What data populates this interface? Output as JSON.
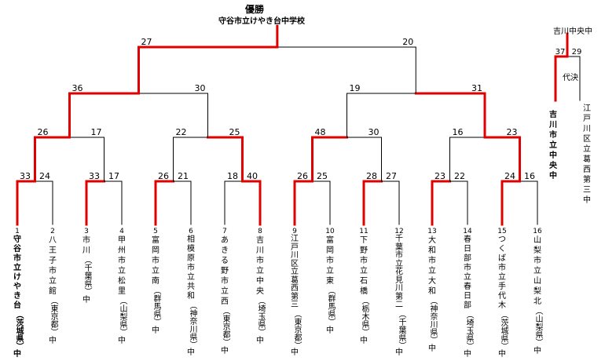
{
  "title": "優勝",
  "champion": "守谷市立けやき台中学校",
  "entries": [
    {
      "num": "1",
      "school": "守谷市立けやき台",
      "pref": "（茨城県）",
      "tail": "中",
      "champion": true
    },
    {
      "num": "2",
      "school": "八王子市立館",
      "pref": "（東京都）",
      "tail": "中"
    },
    {
      "num": "3",
      "school": "市川",
      "pref": "（千葉県）",
      "tail": "中"
    },
    {
      "num": "4",
      "school": "甲州市立松里",
      "pref": "（山梨県）",
      "tail": "中"
    },
    {
      "num": "5",
      "school": "富岡市立南",
      "pref": "（群馬県）",
      "tail": "中"
    },
    {
      "num": "6",
      "school": "相模原市立共和",
      "pref": "（神奈川県）",
      "tail": "中"
    },
    {
      "num": "7",
      "school": "あきる野市立西",
      "pref": "（東京都）",
      "tail": "中"
    },
    {
      "num": "8",
      "school": "吉川市立中央",
      "pref": "（埼玉県）",
      "tail": "中"
    },
    {
      "num": "9",
      "school": "江戸川区立葛西第三",
      "pref": "（東京都）",
      "tail": "中"
    },
    {
      "num": "10",
      "school": "富岡市立東",
      "pref": "（群馬県）",
      "tail": "中"
    },
    {
      "num": "11",
      "school": "下野市立石橋",
      "pref": "（栃木県）",
      "tail": "中"
    },
    {
      "num": "12",
      "school": "千葉市立花見川第二",
      "pref": "（千葉県）",
      "tail": "中"
    },
    {
      "num": "13",
      "school": "大和市立大和",
      "pref": "（神奈川県）",
      "tail": "中"
    },
    {
      "num": "14",
      "school": "春日部市立春日部",
      "pref": "（埼玉県）",
      "tail": "中"
    },
    {
      "num": "15",
      "school": "つくば市立手代木",
      "pref": "（茨城県）",
      "tail": "中"
    },
    {
      "num": "16",
      "school": "山梨市立山梨北",
      "pref": "（山梨県）",
      "tail": "中"
    }
  ],
  "scores": {
    "r1": [
      [
        "33",
        "24"
      ],
      [
        "33",
        "17"
      ],
      [
        "26",
        "21"
      ],
      [
        "18",
        "40"
      ],
      [
        "26",
        "25"
      ],
      [
        "28",
        "27"
      ],
      [
        "23",
        "22"
      ],
      [
        "24",
        "16"
      ]
    ],
    "r2": [
      [
        "26",
        "17"
      ],
      [
        "22",
        "25"
      ],
      [
        "48",
        "30"
      ],
      [
        "16",
        "23"
      ]
    ],
    "r3": [
      [
        "36",
        "30"
      ],
      [
        "19",
        "31"
      ]
    ],
    "final": [
      "27",
      "20"
    ]
  },
  "playoff": {
    "winner": "吉川中央中",
    "label": "代決",
    "scores": [
      "37",
      "29"
    ],
    "left_school": "吉川市立中央中",
    "right_school": "江戸川区立葛西第三中"
  },
  "colors": {
    "win": "#e00000",
    "line": "#000000"
  }
}
